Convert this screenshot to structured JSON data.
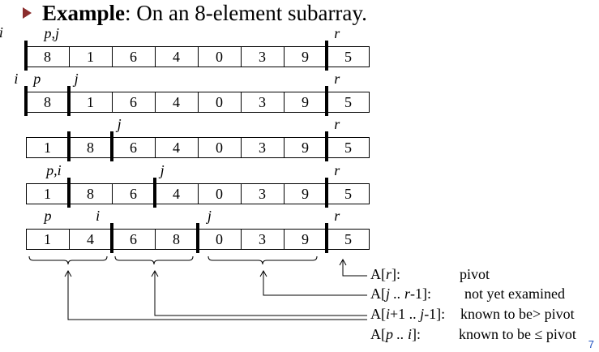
{
  "title": {
    "bold": "Example",
    "rest": ": On an 8-element subarray."
  },
  "rows": [
    {
      "values": [
        "8",
        "1",
        "6",
        "4",
        "0",
        "3",
        "9",
        "5"
      ],
      "bars_before": [
        0,
        7
      ],
      "labels": [
        {
          "text": "i",
          "at": -0.55,
          "raise": 1
        },
        {
          "text": "p,j",
          "at": 0.5,
          "raise": 0
        },
        {
          "text": "r",
          "at": 7.25,
          "raise": 0
        }
      ]
    },
    {
      "values": [
        "8",
        "1",
        "6",
        "4",
        "0",
        "3",
        "9",
        "5"
      ],
      "bars_before": [
        0,
        1,
        7
      ],
      "labels": [
        {
          "text": "i",
          "at": -0.2,
          "raise": 0
        },
        {
          "text": "p",
          "at": 0.25,
          "raise": 0
        },
        {
          "text": "j",
          "at": 1.2,
          "raise": 0
        },
        {
          "text": "r",
          "at": 7.25,
          "raise": 0
        }
      ]
    },
    {
      "values": [
        "1",
        "8",
        "6",
        "4",
        "0",
        "3",
        "9",
        "5"
      ],
      "bars_before": [
        1,
        2,
        7
      ],
      "labels": [
        {
          "text": "j",
          "at": 2.2,
          "raise": 0
        },
        {
          "text": "r",
          "at": 7.25,
          "raise": 0
        }
      ]
    },
    {
      "values": [
        "1",
        "8",
        "6",
        "4",
        "0",
        "3",
        "9",
        "5"
      ],
      "bars_before": [
        1,
        3,
        7
      ],
      "labels": [
        {
          "text": "p,i",
          "at": 0.55,
          "raise": 0
        },
        {
          "text": "j",
          "at": 3.2,
          "raise": 0
        },
        {
          "text": "r",
          "at": 7.25,
          "raise": 0
        }
      ]
    },
    {
      "values": [
        "1",
        "4",
        "6",
        "8",
        "0",
        "3",
        "9",
        "5"
      ],
      "bars_before": [
        2,
        4,
        7
      ],
      "labels": [
        {
          "text": "p",
          "at": 0.5,
          "raise": 0
        },
        {
          "text": "i",
          "at": 1.7,
          "raise": 0
        },
        {
          "text": "j",
          "at": 4.3,
          "raise": 0
        },
        {
          "text": "r",
          "at": 7.25,
          "raise": 0
        }
      ]
    }
  ],
  "legend": [
    {
      "pre": "A[",
      "var": "r",
      "post": "]:",
      "desc": "pivot"
    },
    {
      "pre": "A[",
      "var": "j .. r",
      "post": "-1]:",
      "desc": "not yet examined"
    },
    {
      "pre": "A[",
      "var": "i",
      "post": "+1 .. ",
      "var2": "j",
      "post2": "-1]:",
      "desc": "known to be> pivot"
    },
    {
      "pre": "A[",
      "var": "p .. i",
      "post": "]:",
      "desc": "known to be ≤ pivot"
    }
  ],
  "page_number": "7"
}
